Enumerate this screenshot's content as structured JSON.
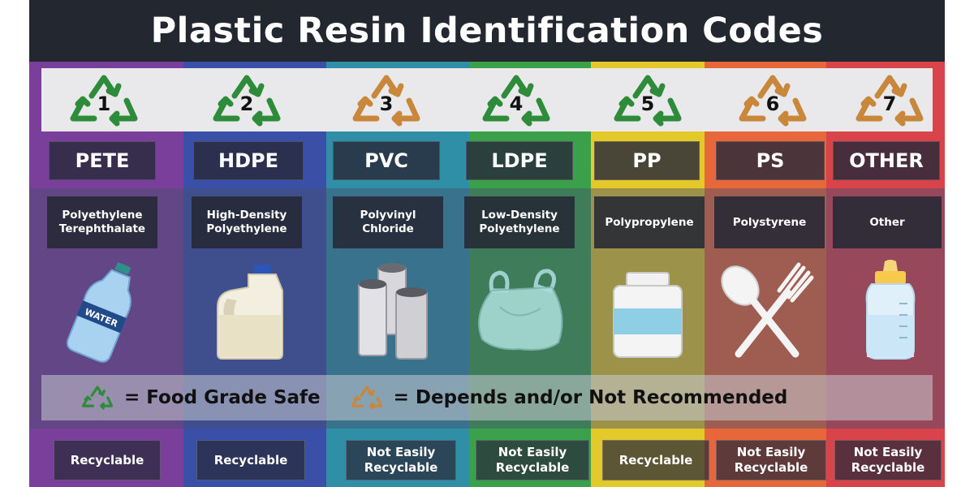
{
  "title": "Plastic Resin Identification Codes",
  "colors": {
    "food_safe": "#2e8b3a",
    "not_recommended": "#c8873a",
    "column_backgrounds": [
      "#7a3f9a",
      "#3a4fa8",
      "#2f8fa6",
      "#3aa14a",
      "#e3c92a",
      "#e8673a",
      "#d9434a"
    ]
  },
  "codes": [
    {
      "number": "1",
      "abbr": "PETE",
      "name": "Polyethylene\nTerephthalate",
      "status": "Recyclable",
      "safety": "food_safe",
      "product": "water-bottle-icon",
      "product_label": "WATER"
    },
    {
      "number": "2",
      "abbr": "HDPE",
      "name": "High-Density\nPolyethylene",
      "status": "Recyclable",
      "safety": "food_safe",
      "product": "milk-jug-icon"
    },
    {
      "number": "3",
      "abbr": "PVC",
      "name": "Polyvinyl\nChloride",
      "status": "Not Easily\nRecyclable",
      "safety": "not_recommended",
      "product": "pipes-icon"
    },
    {
      "number": "4",
      "abbr": "LDPE",
      "name": "Low-Density\nPolyethylene",
      "status": "Not Easily\nRecyclable",
      "safety": "food_safe",
      "product": "plastic-bag-icon"
    },
    {
      "number": "5",
      "abbr": "PP",
      "name": "Polypropylene",
      "status": "Recyclable",
      "safety": "food_safe",
      "product": "pill-bottle-icon"
    },
    {
      "number": "6",
      "abbr": "PS",
      "name": "Polystyrene",
      "status": "Not Easily\nRecyclable",
      "safety": "not_recommended",
      "product": "spoon-fork-icon"
    },
    {
      "number": "7",
      "abbr": "OTHER",
      "name": "Other",
      "status": "Not Easily\nRecyclable",
      "safety": "not_recommended",
      "product": "baby-bottle-icon"
    }
  ],
  "legend": {
    "food_safe_label": "= Food Grade Safe",
    "not_recommended_label": "= Depends and/or Not Recommended"
  }
}
